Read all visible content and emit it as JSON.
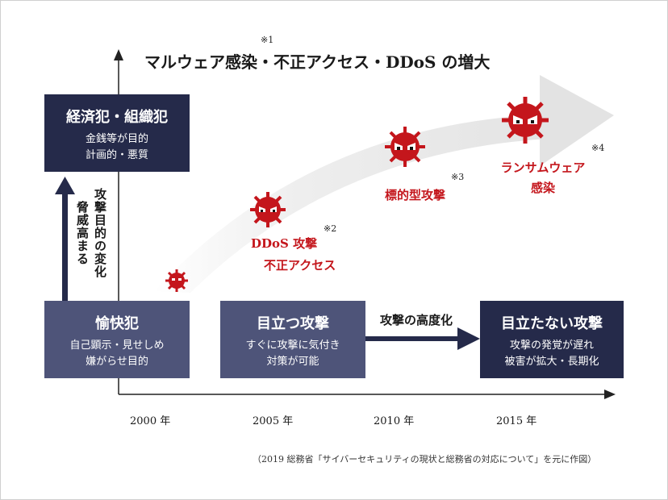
{
  "title": "マルウェア感染・不正アクセス・DDoS の増大",
  "title_note": "※1",
  "top_box": {
    "heading": "経済犯・組織犯",
    "lines": [
      "金銭等が目的",
      "計画的・悪質"
    ]
  },
  "vertical_labels": {
    "left": "攻撃目的の変化",
    "right": "脅威高まる"
  },
  "boxes": [
    {
      "heading": "愉快犯",
      "lines": [
        "自己顕示・見せしめ",
        "嫌がらせ目的"
      ]
    },
    {
      "heading": "目立つ攻撃",
      "lines": [
        "すぐに攻撃に気付き",
        "対策が可能"
      ]
    },
    {
      "heading": "目立たない攻撃",
      "lines": [
        "攻撃の発覚が遅れ",
        "被害が拡大・長期化"
      ]
    }
  ],
  "middle_arrow_label": "攻撃の高度化",
  "threats": [
    {
      "lines": [
        "DDoS 攻撃",
        "不正アクセス"
      ],
      "note": "※2"
    },
    {
      "lines": [
        "標的型攻撃"
      ],
      "note": "※3"
    },
    {
      "lines": [
        "ランサムウェア",
        "感染"
      ],
      "note": "※4"
    }
  ],
  "years": [
    "2000 年",
    "2005 年",
    "2010 年",
    "2015 年"
  ],
  "source": "（2019 総務省「サイバーセキュリティの現状と総務省の対応について」を元に作図）",
  "colors": {
    "dark_navy": "#252a4a",
    "slate": "#4e5479",
    "threat_red": "#c4161c",
    "growth_arrow": "#e9e9e9"
  }
}
